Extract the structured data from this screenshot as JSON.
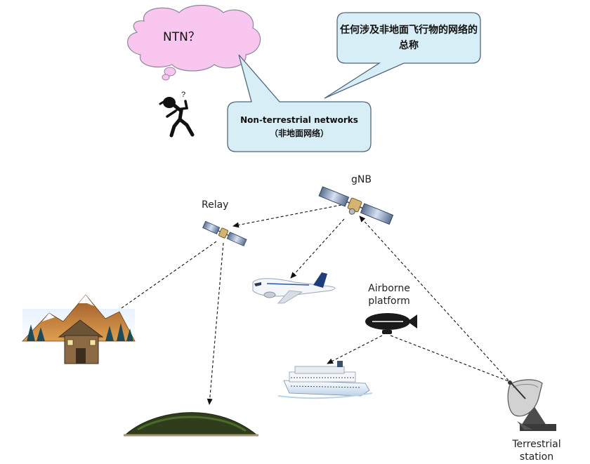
{
  "thought_cloud": {
    "text": "NTN？"
  },
  "callout_cn": {
    "text": "任何涉及非地面飞行物的网络的总称"
  },
  "callout_en": {
    "line1": "Non-terrestrial networks",
    "line2": "（非地面网络）"
  },
  "labels": {
    "gnb": "gNB",
    "relay": "Relay",
    "airborne_line1": "Airborne",
    "airborne_line2": "platform",
    "terrestrial_line1": "Terrestrial",
    "terrestrial_line2": "station"
  },
  "colors": {
    "cloud_fill": "#f9c6ef",
    "callout_fill": "#d8eef6",
    "callout_stroke": "#51667a",
    "arrow": "#111111"
  },
  "nodes": [
    "satellite-gnb",
    "satellite-relay",
    "airplane",
    "airship",
    "mountain-house",
    "island",
    "cruise-ship",
    "satellite-dish",
    "confused-person"
  ]
}
